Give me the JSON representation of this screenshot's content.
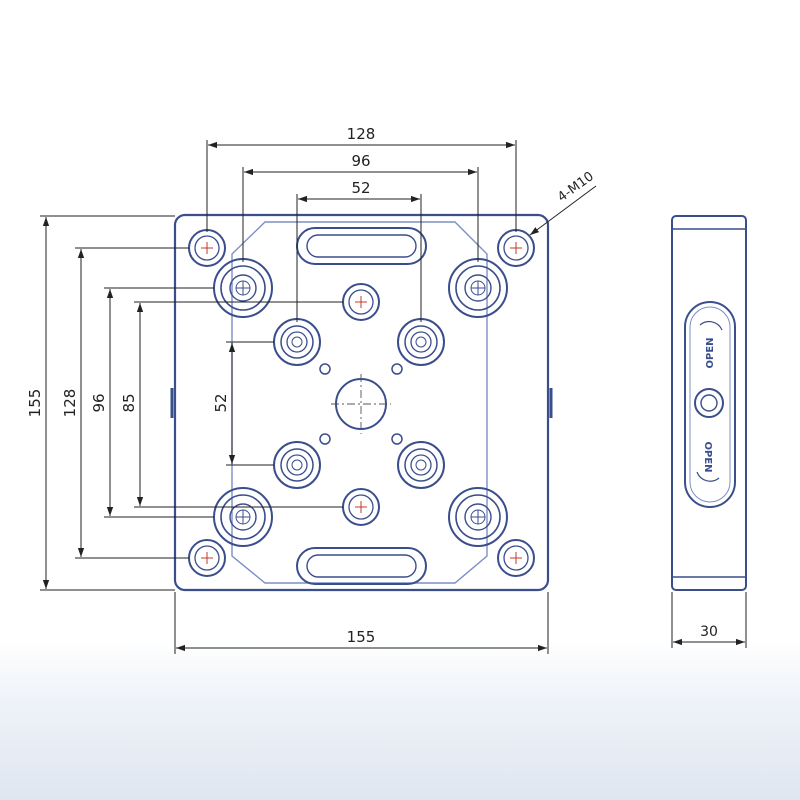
{
  "top_view": {
    "dimensions": {
      "top_128": "128",
      "top_96": "96",
      "top_52": "52",
      "bottom_155": "155",
      "left_155": "155",
      "left_128": "128",
      "left_96": "96",
      "left_85": "85",
      "center_52": "52"
    },
    "callout": "4-M10"
  },
  "side_view": {
    "label_open_top": "OPEN",
    "label_open_bottom": "OPEN",
    "thickness": "30"
  },
  "colors": {
    "outline": "#3b4e8c",
    "outline_light": "#7d8fc3",
    "dimension": "#222222",
    "center_mark": "#c0392b"
  }
}
